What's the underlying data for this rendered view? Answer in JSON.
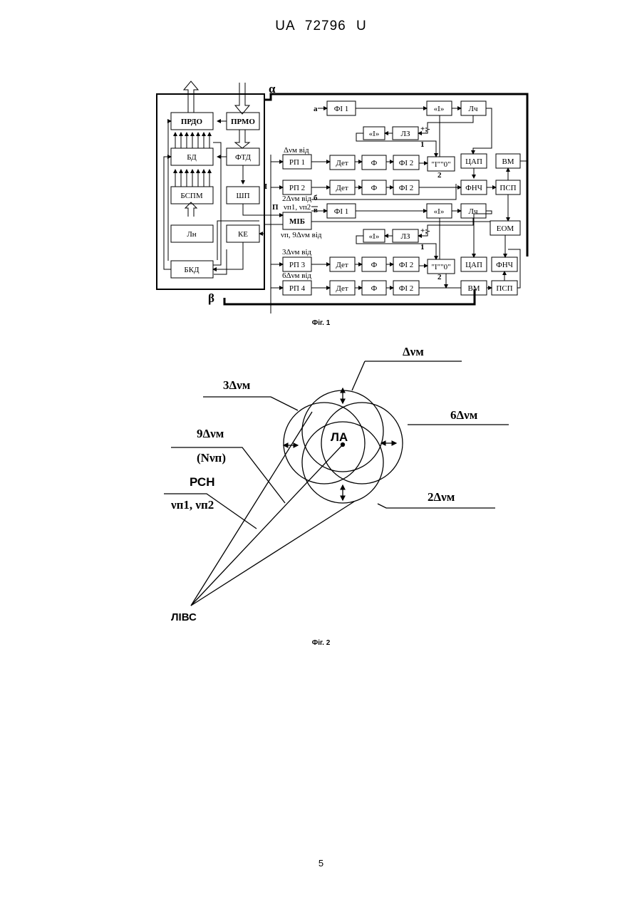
{
  "header": "UA 72796 U",
  "page_number": "5",
  "fig1": {
    "caption": "Фіг. 1",
    "blocks": {
      "prdo": "ПРДО",
      "prmo": "ПРМО",
      "bd": "БД",
      "ftd": "ФТД",
      "bspm": "БСПМ",
      "shp": "ШП",
      "ln": "Лн",
      "ke": "КЕ",
      "bkd": "БКД",
      "mib": "МІБ",
      "fi1a": "ФІ 1",
      "fi1b": "ФІ 1",
      "int1a": "«І»",
      "int1b": "«І»",
      "int2a": "«І»",
      "int2b": "«І»",
      "lch1": "Лч",
      "lch2": "Лч",
      "lz1": "ЛЗ",
      "lz2": "ЛЗ",
      "rp1": "РП 1",
      "rp2": "РП 2",
      "rp3": "РП 3",
      "rp4": "РП 4",
      "det": "Дет",
      "f": "Ф",
      "fi2": "ФІ 2",
      "tu": "\"І\"\"0\"",
      "cap1": "ЦАП",
      "cap2": "ЦАП",
      "fnch1": "ФНЧ",
      "fnch2": "ФНЧ",
      "vm1": "ВМ",
      "vm2": "ВМ",
      "psp1": "ПСП",
      "psp2": "ПСП",
      "eom": "ЕОМ"
    },
    "labels": {
      "alpha": "α",
      "beta": "β",
      "I": "I",
      "II": "П",
      "a": "а",
      "b": "б",
      "v": "в",
      "plusminus": "+;-",
      "one": "1",
      "two": "2",
      "dnu_vid": "Δνм від",
      "two_dnu_vid": "2Δνм від",
      "nu_p12": "νп1, νп2",
      "nu_p_9dnu": "νп, 9Δνм від",
      "three_dnu_vid": "3Δνм від",
      "six_dnu_vid": "6Δνм від"
    }
  },
  "fig2": {
    "caption": "Фіг. 2",
    "dnu": "Δνм",
    "three_dnu": "3Δνм",
    "six_dnu": "6Δνм",
    "nine_dnu": "9Δνм",
    "n_nu": "(Nνп)",
    "rsn": "РСН",
    "nu_p12": "νп1, νп2",
    "two_dnu": "2Δνм",
    "la": "ЛА",
    "livs": "ЛІВС"
  }
}
